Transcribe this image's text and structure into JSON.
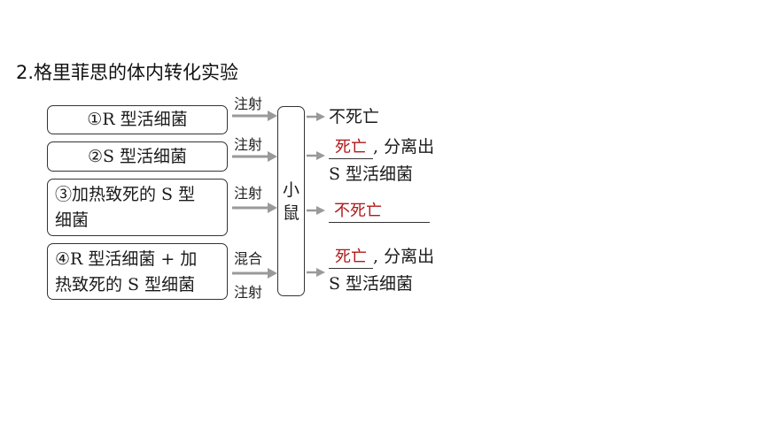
{
  "title": "2.格里菲思的体内转化实验",
  "experiments": [
    {
      "text": "①R 型活细菌",
      "methods": [
        "注射"
      ]
    },
    {
      "text": "②S 型活细菌",
      "methods": [
        "注射"
      ]
    },
    {
      "line1": "③加热致死的 S 型",
      "line2": "细菌",
      "methods": [
        "注射"
      ]
    },
    {
      "line1": "④R 型活细菌 + 加",
      "line2": "热致死的 S 型细菌",
      "methods": [
        "混合",
        "注射"
      ]
    }
  ],
  "mouse_label": "小鼠",
  "results": [
    {
      "text": "不死亡"
    },
    {
      "answer": "死亡",
      "suffix": ", 分离出",
      "line2": "S 型活细菌"
    },
    {
      "answer": "不死亡"
    },
    {
      "answer": "死亡",
      "suffix": ", 分离出",
      "line2": "S 型活细菌"
    }
  ],
  "colors": {
    "answer": "#b01818",
    "arrow": "#9a9a9a",
    "border": "#333333"
  },
  "icons": {
    "arrow": "right-arrow-icon"
  }
}
